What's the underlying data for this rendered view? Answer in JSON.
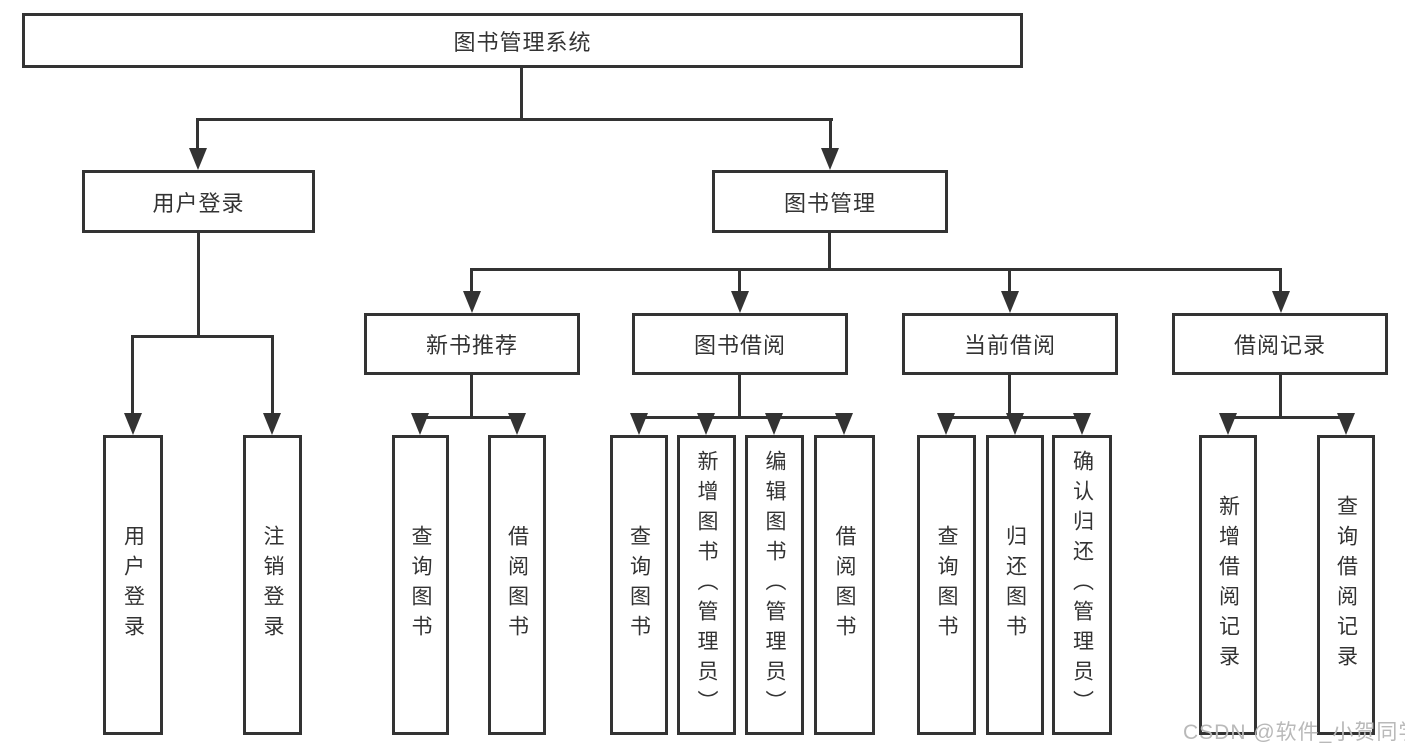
{
  "nodes": {
    "root": "图书管理系统",
    "user_login_group": "用户登录",
    "book_management": "图书管理",
    "new_book_recommend": "新书推荐",
    "book_borrow": "图书借阅",
    "current_borrow": "当前借阅",
    "borrow_records": "借阅记录",
    "user_login": "用户登录",
    "logout_login": "注销登录",
    "nb_query_books": "查询图书",
    "nb_borrow_books": "借阅图书",
    "bb_query_books": "查询图书",
    "bb_add_books": "新增图书（管理员）",
    "bb_edit_books": "编辑图书（管理员）",
    "bb_borrow_books": "借阅图书",
    "cb_query_books": "查询图书",
    "cb_return_books": "归还图书",
    "cb_confirm_return": "确认归还（管理员）",
    "br_add_record": "新增借阅记录",
    "br_query_record": "查询借阅记录"
  },
  "edges": [
    {
      "from": "图书管理系统",
      "to": [
        "用户登录",
        "图书管理"
      ]
    },
    {
      "from": "用户登录",
      "to": [
        "用户登录",
        "注销登录"
      ]
    },
    {
      "from": "图书管理",
      "to": [
        "新书推荐",
        "图书借阅",
        "当前借阅",
        "借阅记录"
      ]
    },
    {
      "from": "新书推荐",
      "to": [
        "查询图书",
        "借阅图书"
      ]
    },
    {
      "from": "图书借阅",
      "to": [
        "查询图书",
        "新增图书（管理员）",
        "编辑图书（管理员）",
        "借阅图书"
      ]
    },
    {
      "from": "当前借阅",
      "to": [
        "查询图书",
        "归还图书",
        "确认归还（管理员）"
      ]
    },
    {
      "from": "借阅记录",
      "to": [
        "新增借阅记录",
        "查询借阅记录"
      ]
    }
  ],
  "colors": {
    "line": "#333333",
    "text": "#333333",
    "background": "#ffffff",
    "watermark": "#b9b9b9"
  },
  "watermark": "CSDN @软件_小贺同学"
}
